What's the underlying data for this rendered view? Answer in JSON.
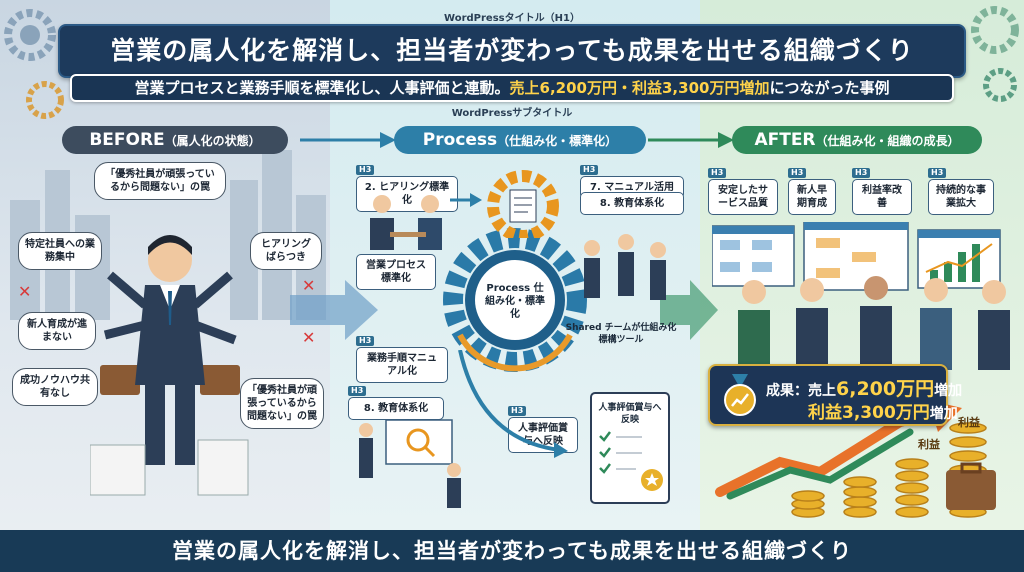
{
  "header": {
    "wp_title_label": "WordPressタイトル（H1）",
    "title": "営業の属人化を解消し、担当者が変わっても成果を出せる組織づくり",
    "subtitle_pre": "営業プロセスと業務手順を標準化し、人事評価と連動。",
    "subtitle_highlight": "売上6,200万円・利益3,300万円増加",
    "subtitle_post": "につながった事例",
    "wp_subtitle_label": "WordPressサブタイトル"
  },
  "before": {
    "heading_main": "BEFORE",
    "heading_sub": "（属人化の状態）",
    "bubbles": [
      "「優秀社員が頑張っているから問題ない」の罠",
      "特定社員への業務集中",
      "ヒアリングばらつき",
      "新人育成が進まない",
      "成功ノウハウ共有なし",
      "「優秀社員が頑張っているから問題ない」の罠"
    ],
    "accent": "#3d4c5e"
  },
  "process": {
    "heading_main": "Process",
    "heading_sub": "（仕組み化・標準化）",
    "h3_tag": "H3",
    "items": [
      "2. ヒアリング標準化",
      "7. マニュアル活用",
      "8. 教育体系化",
      "営業プロセス標準化",
      "業務手順マニュアル化",
      "8. 教育体系化",
      "人事評価賞与へ反映"
    ],
    "gear_label": "Process 仕組み化・標準化",
    "shared_label": "Shared チームが仕組み化標構ツール",
    "card_title": "人事評価賞与へ反映",
    "accent": "#2d7fa8"
  },
  "after": {
    "heading_main": "AFTER",
    "heading_sub": "（仕組み化・組織の成長）",
    "h3_tag": "H3",
    "items": [
      "安定したサービス品質",
      "新人早期育成",
      "利益率改善",
      "持続的な事業拡大"
    ],
    "result_line1_pre": "成果：売上",
    "result_line1_value": "6,200万円",
    "result_line1_post": "増加",
    "result_line2_value": "利益3,300万円",
    "result_line2_post": "増加",
    "coin_label": "利益",
    "accent": "#2f8a5a"
  },
  "footer": {
    "text": "営業の属人化を解消し、担当者が変わっても成果を出せる組織づくり"
  }
}
